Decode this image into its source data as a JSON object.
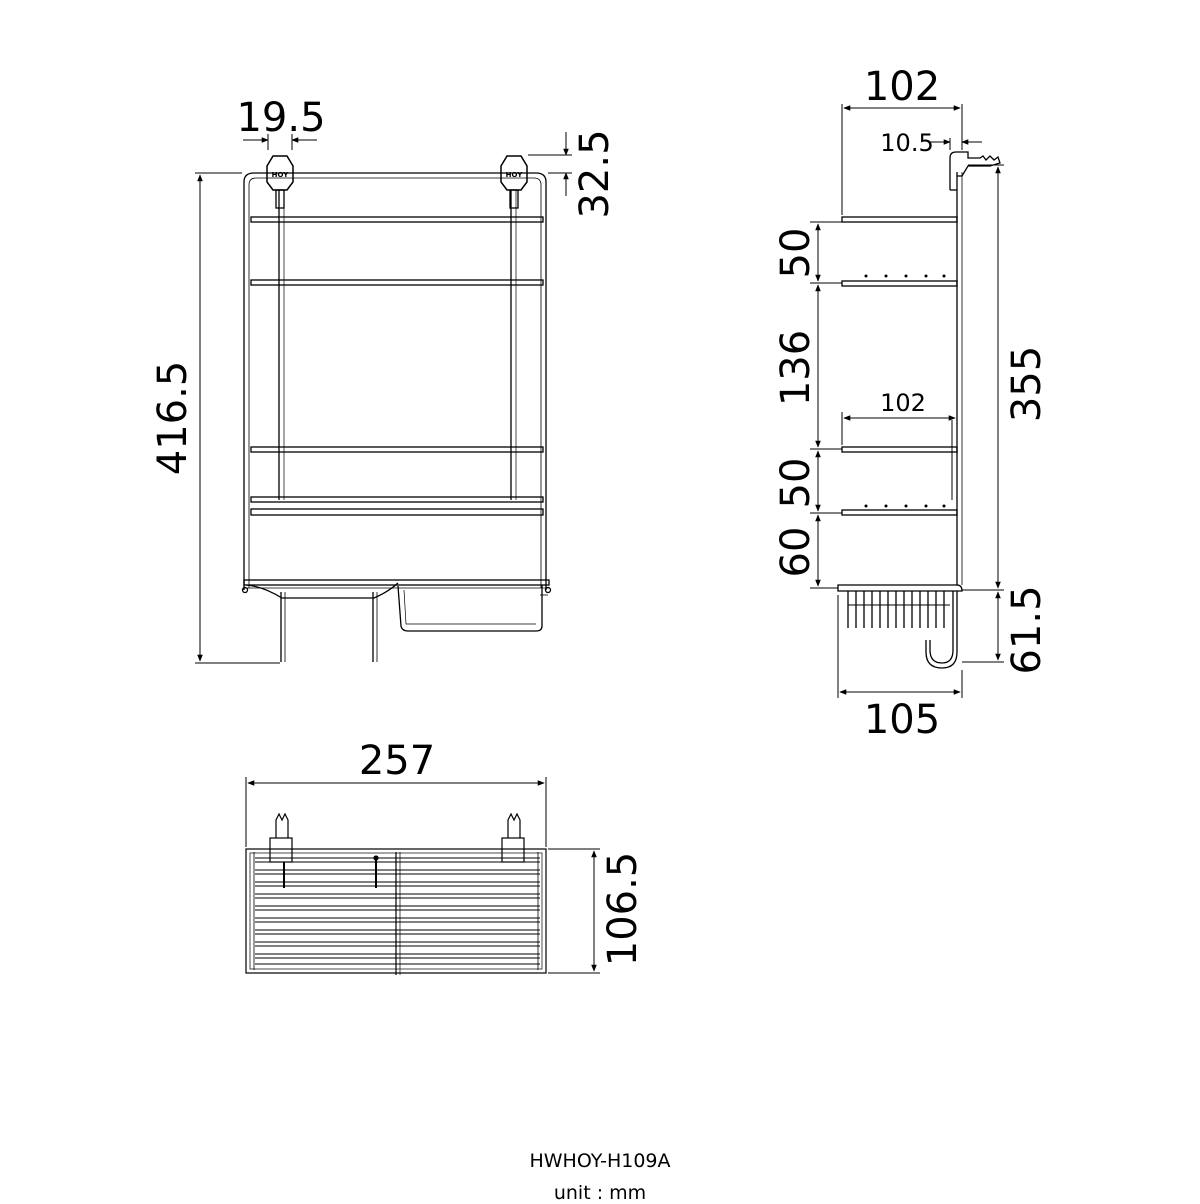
{
  "product": {
    "model": "HWHOY-H109A",
    "unit": "unit : mm",
    "logo": "HOY"
  },
  "front_view": {
    "hook_width": "19.5",
    "hook_height": "32.5",
    "total_height": "416.5"
  },
  "side_view": {
    "top_depth": "102",
    "hook_offset": "10.5",
    "shelf_gap_1": "50",
    "shelf_gap_2": "136",
    "shelf_gap_3": "50",
    "shelf_gap_4": "60",
    "inner_depth": "102",
    "body_height": "355",
    "hook_rail_height": "61.5",
    "bottom_depth": "105"
  },
  "top_view": {
    "width": "257",
    "depth": "106.5"
  }
}
